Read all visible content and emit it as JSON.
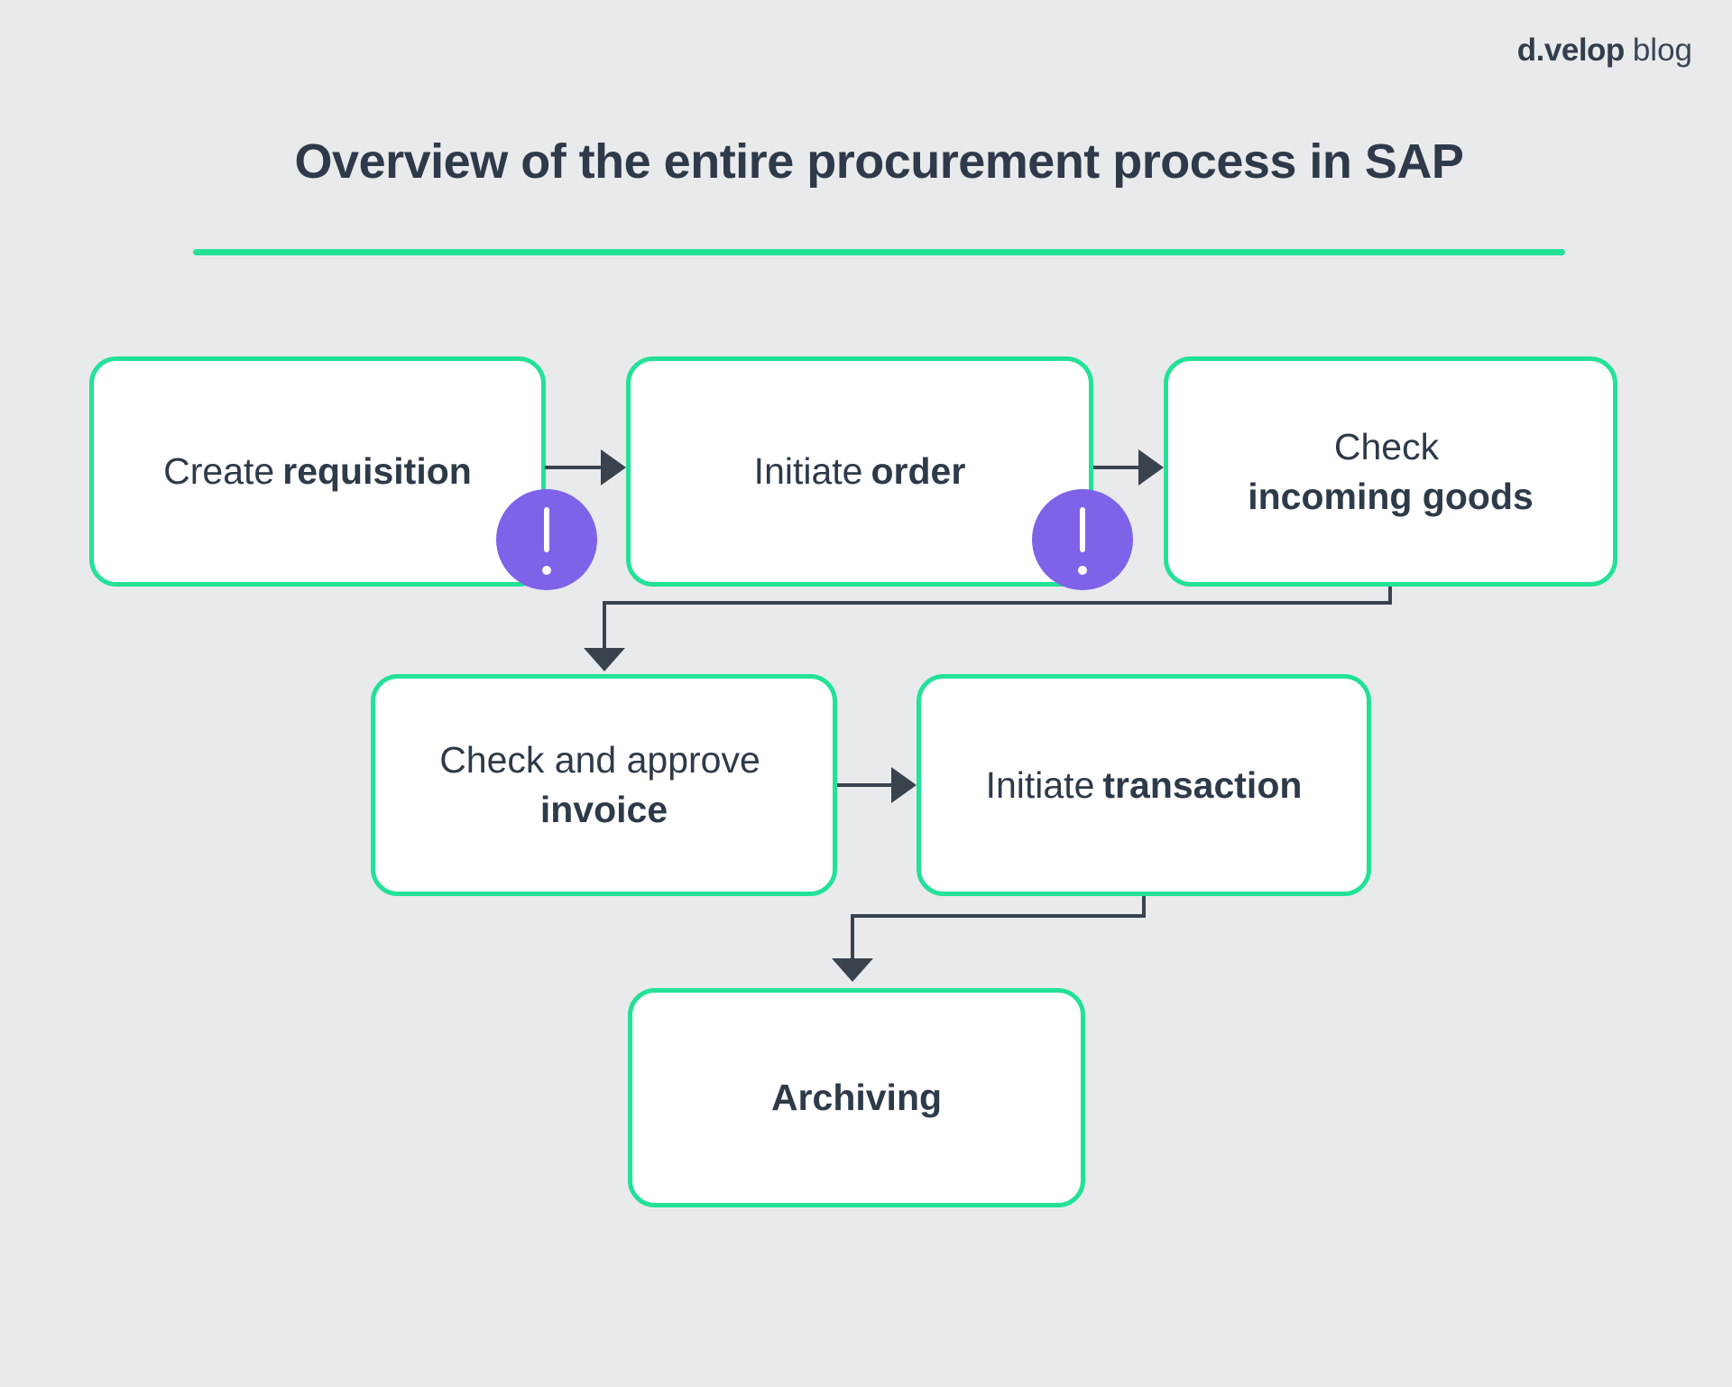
{
  "logo": {
    "brand": "d.velop",
    "suffix": "blog"
  },
  "title": {
    "text": "Overview of the entire procurement process in SAP"
  },
  "colors": {
    "background": "#e9eaec",
    "accent_green": "#23e196",
    "box_background": "#ffffff",
    "text_dark": "#2e3a49",
    "arrow": "#39434e",
    "alert_purple": "#7e62e8",
    "alert_glyph": "#ffffff"
  },
  "icons": {
    "alert_badge": "exclamation-icon",
    "step_connector": "arrow-right-icon",
    "row_connector": "arrow-down-icon"
  },
  "flow": {
    "boxes": [
      {
        "regular": "Create",
        "bold": "requisition"
      },
      {
        "regular": "Initiate",
        "bold": "order"
      },
      {
        "regular": "Check",
        "bold": "incoming goods"
      },
      {
        "regular": "Check and approve",
        "bold": "invoice"
      },
      {
        "regular": "Initiate",
        "bold": "transaction"
      },
      {
        "bold": "Archiving"
      }
    ],
    "alerts": [
      {
        "symbol": "!"
      },
      {
        "symbol": "!"
      }
    ]
  }
}
